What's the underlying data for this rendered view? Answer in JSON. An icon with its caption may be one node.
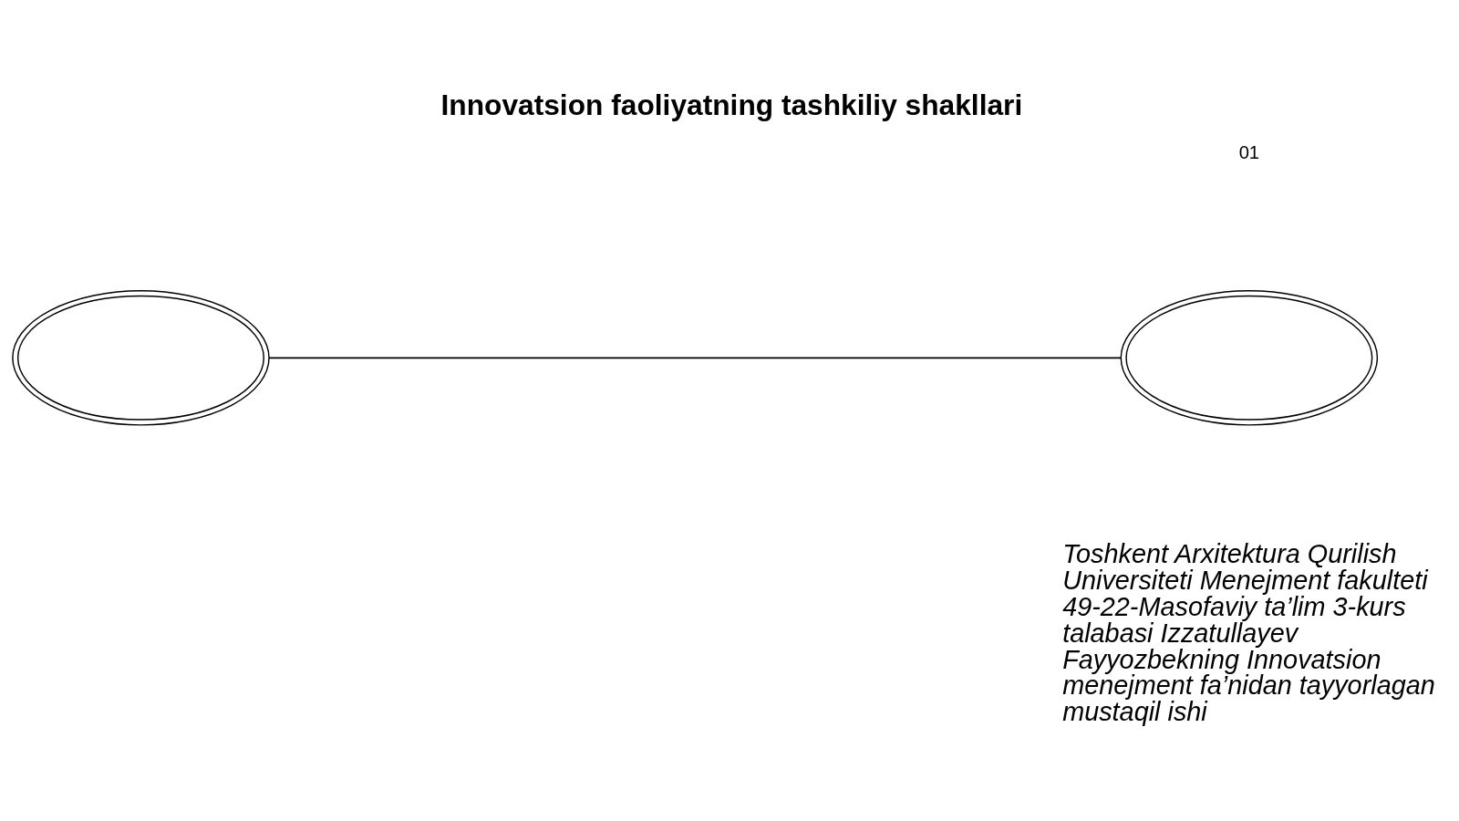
{
  "diagram": {
    "title": "Innovatsion faoliyatning tashkiliy shakllari",
    "nodes": [
      {
        "text": [],
        "shape": "circle"
      },
      {
        "text": [],
        "shape": "circle"
      }
    ],
    "edges": [
      {
        "from": 0,
        "to": 1,
        "arrow": "none"
      }
    ],
    "labels": [
      "01",
      "Toshkent Arxitektura Qurilish Universiteti Menejment fakulteti 49-22-Masofaviy ta’lim 3-kurs talabasi Izzatullayev Fayyozbekning Innovatsion menejment fa’nidan tayyorlagan mustaqil ishi"
    ]
  }
}
